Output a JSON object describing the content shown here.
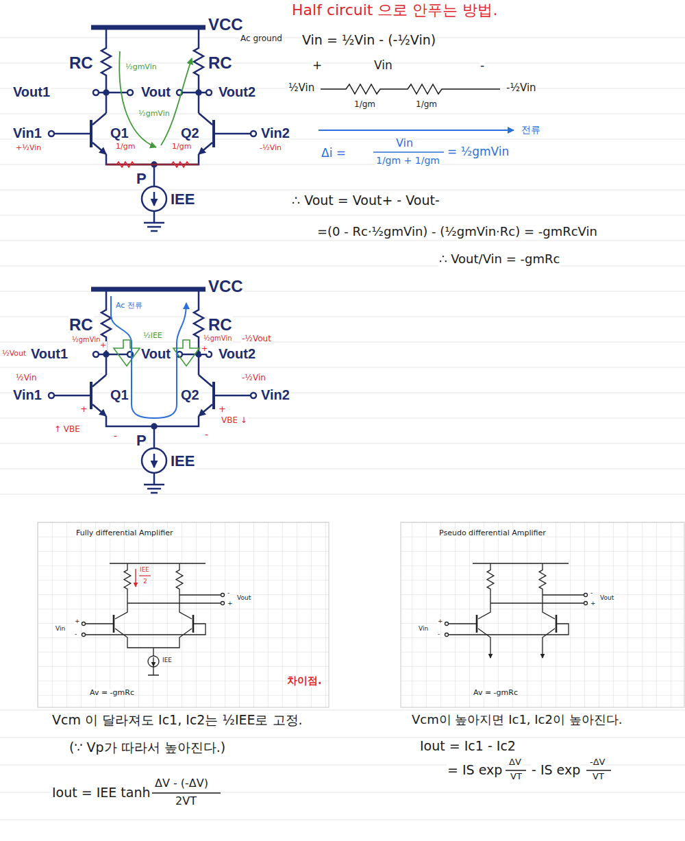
{
  "diagram": {
    "title": "Half circuit 으로 안푸는 방법.",
    "labels": [
      "VCC",
      "Ac ground",
      "RC",
      "RC",
      "Vout1",
      "Vout",
      "Vout2",
      "Vin1",
      "+½Vin",
      "Q1",
      "Q2",
      "Vin2",
      "-½Vin",
      "½gmVin",
      "½gmVin",
      "1/gm",
      "1/gm",
      "P",
      "IEE",
      "Vin = ½Vin - (-½Vin)",
      "+",
      "Vin",
      "-",
      "½Vin",
      "1/gm",
      "1/gm",
      "-½Vin",
      "전류",
      "Δi =",
      "Vin",
      "1/gm + 1/gm",
      "= ½gmVin",
      "∴ Vout = Vout+ - Vout-",
      "=(0 - Rc·½gmVin) - (½gmVin·Rc) = -gmRcVin",
      "∴ Vout/Vin = -gmRc",
      "VCC",
      "Ac 전류",
      "RC",
      "RC",
      "½gmVin",
      "½IEE",
      "½gmVin",
      "½Vout",
      "-½Vout",
      "+",
      "+",
      "Vout1",
      "Vout",
      "Vout2",
      "½Vin",
      "-½Vin",
      "Vin1",
      "Q1",
      "Q2",
      "Vin2",
      "+",
      "↑ VBE",
      "-",
      "+",
      "VBE ↓",
      "-",
      "P",
      "IEE",
      "Fully differential Amplifier",
      "Vout",
      "-",
      "+",
      "Vin",
      "+",
      "-",
      "IEE",
      "2",
      "IEE",
      "Av = -gmRc",
      "차이점.",
      "Pseudo differential Amplifier",
      "-",
      "+",
      "Vout",
      "Vin",
      "+",
      "-",
      "Av = -gmRc",
      "Vcm 이 달라져도 Ic1, Ic2는 ½IEE로 고정.",
      "(∵ Vp가 따라서 높아진다.)",
      "Iout = IEE tanh",
      "ΔV - (-ΔV)",
      "2VT",
      "Vcm이 높아지면 Ic1, Ic2이 높아진다.",
      "Iout = Ic1 - Ic2",
      "= IS exp",
      "ΔV",
      "VT",
      "- IS exp",
      "-ΔV",
      "VT"
    ]
  }
}
